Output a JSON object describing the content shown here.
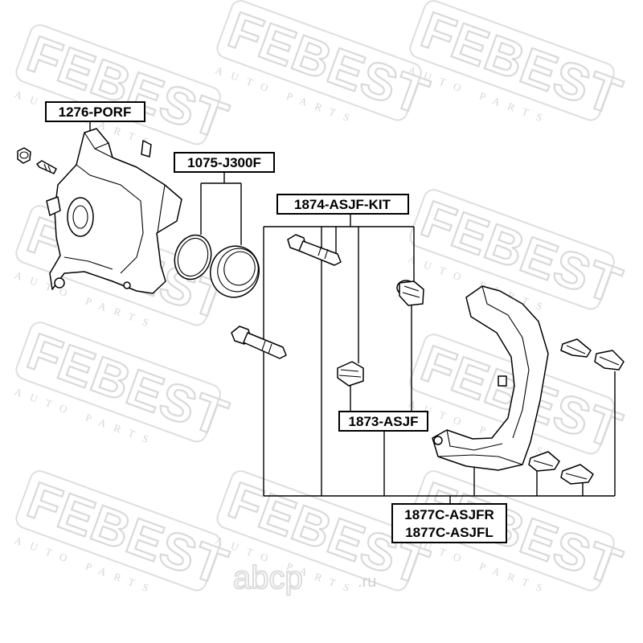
{
  "watermark": {
    "brand": "FEBEST",
    "tagline": "AUTO PARTS",
    "site_name": "abcp",
    "site_tld": ".ru"
  },
  "labels": {
    "caliper": "1276-PORF",
    "seal_kit": "1075-J300F",
    "guide_pin_kit": "1874-ASJF-KIT",
    "boot": "1873-ASJF",
    "bracket_right": "1877C-ASJFR",
    "bracket_left": "1877C-ASJFL"
  }
}
